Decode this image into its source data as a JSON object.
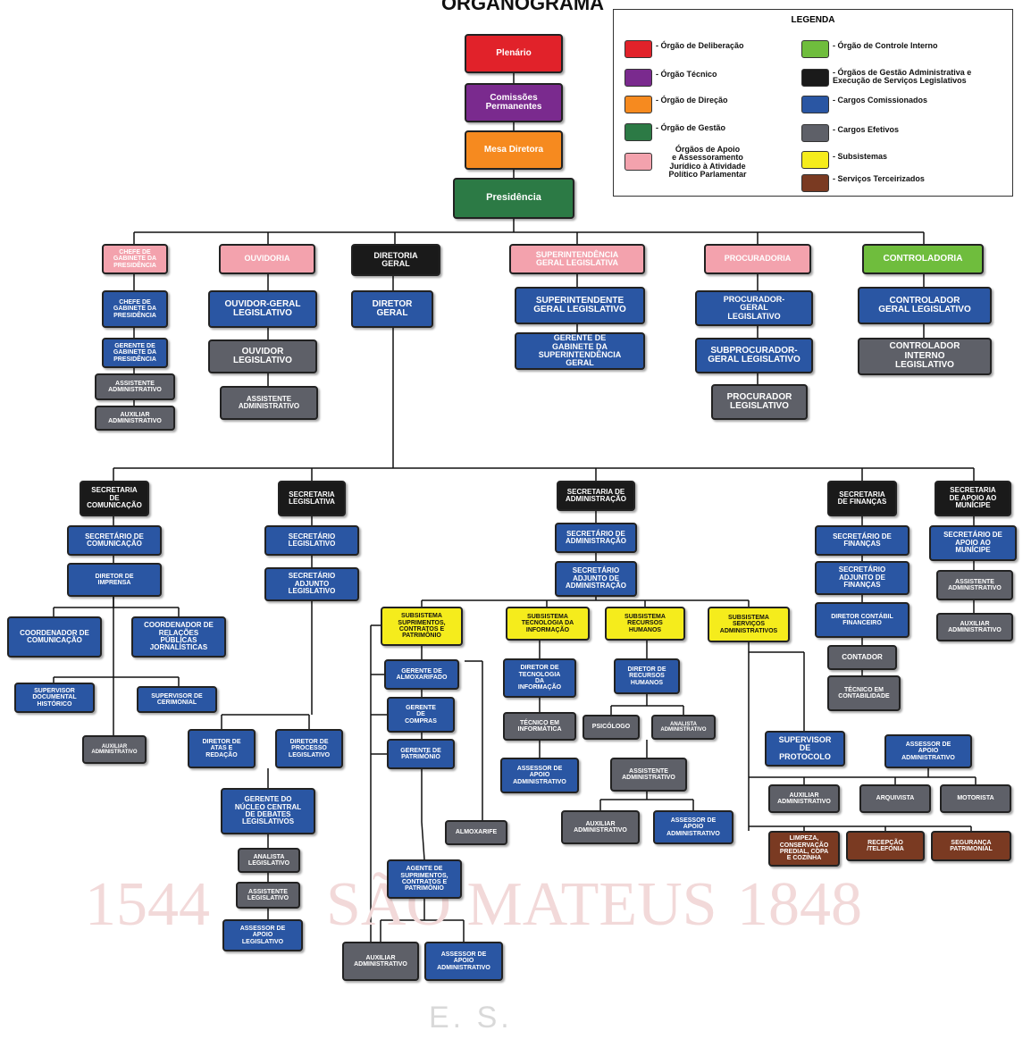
{
  "title": "ORGANOGRAMA",
  "watermark": {
    "left_year": "1544",
    "name": "SÃO MATEUS",
    "right_year": "1848",
    "state": "E. S."
  },
  "colors": {
    "red": "#e1222a",
    "purple": "#7a2a8e",
    "orange": "#f68a1f",
    "dark_green": "#2c7a45",
    "pink": "#f3a2ad",
    "light_green": "#6fbd3d",
    "black": "#1a1a1a",
    "blue": "#2a56a3",
    "gray": "#5e6068",
    "yellow": "#f5ec1c",
    "brown": "#7a3a22"
  },
  "legend": {
    "title": "LEGENDA",
    "items": [
      {
        "label": "- Órgão de Deliberação",
        "color": "red"
      },
      {
        "label": "- Órgão Técnico",
        "color": "purple"
      },
      {
        "label": "- Órgão de Direção",
        "color": "orange"
      },
      {
        "label": "- Órgão de Gestão",
        "color": "dark_green"
      },
      {
        "label": "Órgãos de Apoio\ne Assessoramento\nJurídico à Atividade\nPolítico Parlamentar",
        "color": "pink"
      },
      {
        "label": "- Órgão de Controle Interno",
        "color": "light_green"
      },
      {
        "label": "- Órgãos de Gestão Administrativa e\nExecução de Serviços Legislativos",
        "color": "black"
      },
      {
        "label": "- Cargos Comissionados",
        "color": "blue"
      },
      {
        "label": "- Cargos Efetivos",
        "color": "gray"
      },
      {
        "label": "- Subsistemas",
        "color": "yellow"
      },
      {
        "label": "- Serviços Terceirizados",
        "color": "brown"
      }
    ]
  },
  "nodes": {
    "plenario": "Plenário",
    "comissoes": "Comissões\nPermanentes",
    "mesa": "Mesa Diretora",
    "presidencia": "Presidência",
    "chefe_gab": "CHEFE DE\nGABINETE DA\nPRESIDÊNCIA",
    "chefe_gab_cargo": "CHEFE DE\nGABINETE DA\nPRESIDÊNCIA",
    "gerente_gab": "GERENTE DE\nGABINETE DA\nPRESIDÊNCIA",
    "assist_adm_1": "ASSISTENTE\nADMINISTRATIVO",
    "aux_adm_1": "AUXILIAR\nADMINISTRATIVO",
    "ouvidoria": "OUVIDORIA",
    "ouvidor_geral": "OUVIDOR-GERAL\nLEGISLATIVO",
    "ouvidor_leg": "OUVIDOR\nLEGISLATIVO",
    "assist_adm_2": "ASSISTENTE\nADMINISTRATIVO",
    "diretoria_geral": "DIRETORIA\nGERAL",
    "diretor_geral": "DIRETOR\nGERAL",
    "superintendencia": "SUPERINTENDÊNCIA\nGERAL LEGISLATIVA",
    "superintendente": "SUPERINTENDENTE\nGERAL LEGISLATIVO",
    "gerente_gab_super": "GERENTE DE\nGABINETE DA\nSUPERINTENDÊNCIA\nGERAL",
    "procuradoria": "PROCURADORIA",
    "procurador_geral": "PROCURADOR-\nGERAL\nLEGISLATIVO",
    "subprocurador": "SUBPROCURADOR-\nGERAL LEGISLATIVO",
    "procurador_leg": "PROCURADOR\nLEGISLATIVO",
    "controladoria": "CONTROLADORIA",
    "controlador_geral": "CONTROLADOR\nGERAL LEGISLATIVO",
    "controlador_interno": "CONTROLADOR\nINTERNO\nLEGISLATIVO",
    "sec_comunicacao": "SECRETARIA\nDE\nCOMUNICAÇÃO",
    "secretario_com": "SECRETÁRIO DE\nCOMUNICAÇÃO",
    "diretor_imprensa": "DIRETOR DE\nIMPRENSA",
    "coord_com": "COORDENADOR DE\nCOMUNICAÇÃO",
    "coord_rel": "COORDENADOR DE\nRELAÇÕES\nPÚBLICAS\nJORNALÍSTICAS",
    "sup_doc": "SUPERVISOR\nDOCUMENTAL\nHISTÓRICO",
    "sup_cer": "SUPERVISOR DE\nCERIMONIAL",
    "aux_adm_com": "AUXILIAR\nADMINISTRATIVO",
    "sec_legislativa": "SECRETARIA\nLEGISLATIVA",
    "secretario_leg": "SECRETÁRIO\nLEGISLATIVO",
    "secretario_adj_leg": "SECRETÁRIO\nADJUNTO\nLEGISLATIVO",
    "diretor_atas": "DIRETOR DE\nATAS E\nREDAÇÃO",
    "diretor_processo": "DIRETOR DE\nPROCESSO\nLEGISLATIVO",
    "gerente_nucleo": "GERENTE DO\nNÚCLEO CENTRAL\nDE DEBATES\nLEGISLATIVOS",
    "analista_leg": "ANALISTA\nLEGISLATIVO",
    "assist_leg": "ASSISTENTE\nLEGISLATIVO",
    "assessor_apoio_leg": "ASSESSOR DE\nAPOIO\nLEGISLATIVO",
    "sec_admin": "SECRETARIA DE\nADMINISTRAÇÃO",
    "secretario_adm": "SECRETÁRIO DE\nADMINISTRAÇÃO",
    "secretario_adj_adm": "SECRETÁRIO\nADJUNTO DE\nADMINISTRAÇÃO",
    "sub_suprimentos": "SUBSISTEMA\nSUPRIMENTOS,\nCONTRATOS E\nPATRIMÔNIO",
    "gerente_almox": "GERENTE DE\nALMOXARIFADO",
    "gerente_compras": "GERENTE\nDE\nCOMPRAS",
    "gerente_patrimonio": "GERENTE DE\nPATRIMÔNIO",
    "almoxarife": "ALMOXARIFE",
    "agente_sup": "AGENTE DE\nSUPRIMENTOS,\nCONTRATOS E\nPATRIMÔNIO",
    "aux_adm_sup": "AUXILIAR\nADMINISTRATIVO",
    "assessor_apoio_sup": "ASSESSOR DE\nAPOIO\nADMINISTRATIVO",
    "sub_ti": "SUBSISTEMA\nTECNOLOGIA DA\nINFORMAÇÃO",
    "diretor_ti": "DIRETOR DE\nTECNOLOGIA\nDA\nINFORMAÇÃO",
    "tecnico_info": "TÉCNICO EM\nINFORMÁTICA",
    "assessor_ti": "ASSESSOR DE\nAPOIO\nADMINISTRATIVO",
    "sub_rh": "SUBSISTEMA\nRECURSOS\nHUMANOS",
    "diretor_rh": "DIRETOR DE\nRECURSOS\nHUMANOS",
    "psicologo": "PSICÓLOGO",
    "analista_adm": "ANALISTA\nADMINISTRATIVO",
    "assist_adm_rh": "ASSISTENTE\nADMINISTRATIVO",
    "aux_adm_rh": "AUXILIAR\nADMINISTRATIVO",
    "assessor_rh": "ASSESSOR DE\nAPOIO\nADMINISTRATIVO",
    "sub_servicos": "SUBSISTEMA\nSERVIÇOS\nADMINISTRATIVOS",
    "sup_protocolo": "SUPERVISOR\nDE\nPROTOCOLO",
    "assessor_serv": "ASSESSOR DE\nAPOIO\nADMINISTRATIVO",
    "aux_adm_serv": "AUXILIAR\nADMINISTRATIVO",
    "arquivista": "ARQUIVISTA",
    "motorista": "MOTORISTA",
    "limpeza": "LIMPEZA,\nCONSERVAÇÃO\nPREDIAL, COPA\nE COZINHA",
    "recepcao": "RECEPÇÃO\n/TELEFONIA",
    "seguranca": "SEGURANÇA\nPATRIMONIAL",
    "sec_financas": "SECRETARIA\nDE FINANÇAS",
    "secretario_fin": "SECRETÁRIO DE\nFINANÇAS",
    "secretario_adj_fin": "SECRETÁRIO\nADJUNTO DE\nFINANÇAS",
    "diretor_contabil": "DIRETOR CONTÁBIL\nFINANCEIRO",
    "contador": "CONTADOR",
    "tecnico_cont": "TÉCNICO EM\nCONTABILIDADE",
    "sec_apoio_mun": "SECRETARIA\nDE APOIO AO\nMUNÍCIPE",
    "secretario_apoio": "SECRETÁRIO DE\nAPOIO AO\nMUNÍCIPE",
    "assist_adm_mun": "ASSISTENTE\nADMINISTRATIVO",
    "aux_adm_mun": "AUXILIAR\nADMINISTRATIVO"
  }
}
